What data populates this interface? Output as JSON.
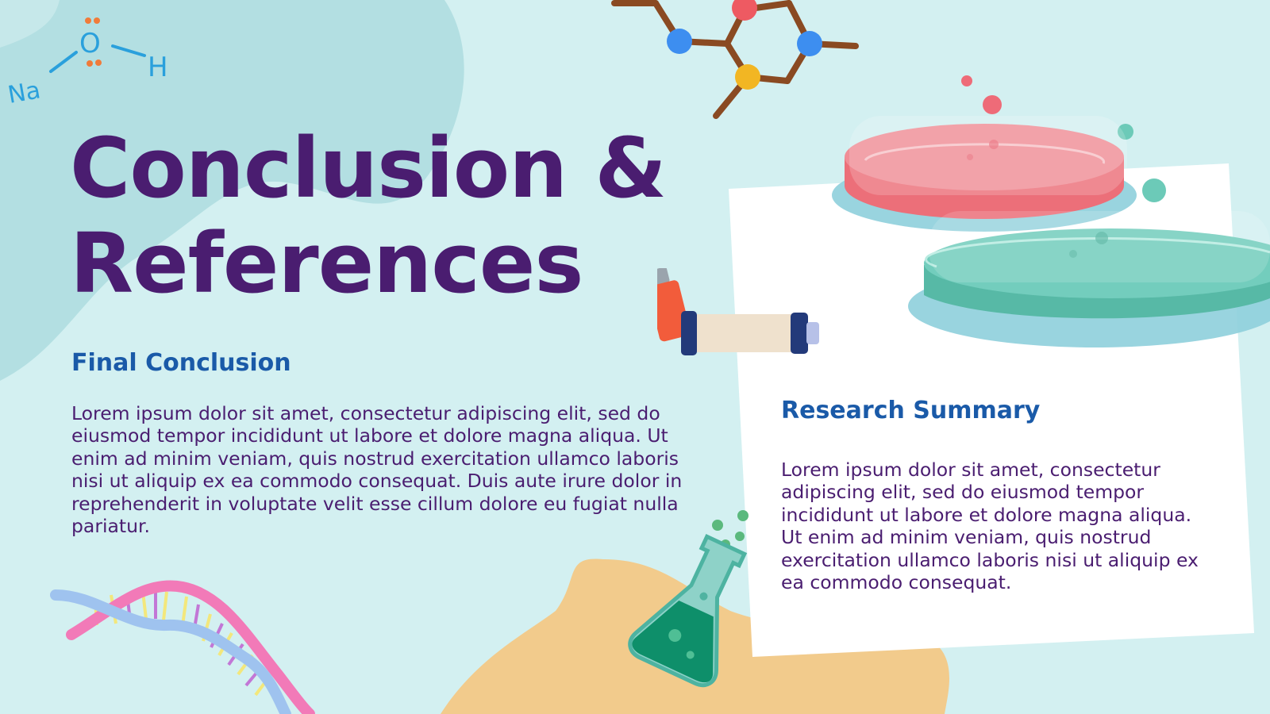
{
  "slide": {
    "title": "Conclusion & References",
    "final_conclusion": {
      "heading": "Final Conclusion",
      "body": "Lorem ipsum dolor sit amet, consectetur adipiscing elit, sed do eiusmod tempor incididunt ut labore et dolore magna aliqua. Ut enim ad minim veniam, quis nostrud exercitation ullamco laboris nisi ut aliquip ex ea commodo consequat. Duis aute irure dolor in reprehenderit in voluptate velit esse cillum dolore eu fugiat nulla pariatur."
    },
    "research_summary": {
      "heading": "Research Summary",
      "body": "Lorem ipsum dolor sit amet, consectetur adipiscing elit, sed do eiusmod tempor incididunt ut labore et dolore magna aliqua. Ut enim ad minim veniam, quis nostrud exercitation ullamco laboris nisi ut aliquip ex ea commodo consequat."
    },
    "formula_labels": {
      "sodium": "Na",
      "oxygen": "O",
      "hydrogen": "H"
    }
  },
  "icons": [
    "naoh-formula-icon",
    "molecule-icon",
    "petri-dish-icon",
    "inhaler-icon",
    "flask-icon",
    "dna-icon"
  ],
  "colors": {
    "background": "#d3f0f1",
    "title": "#4a1d70",
    "heading": "#1a5aa8",
    "body_text": "#4a1d70",
    "card": "#ffffff",
    "blob_teal": "#b3dfe2",
    "blob_sand": "#f2cb8c",
    "dish_red": "#ef7a84",
    "dish_green": "#6ccab8"
  }
}
